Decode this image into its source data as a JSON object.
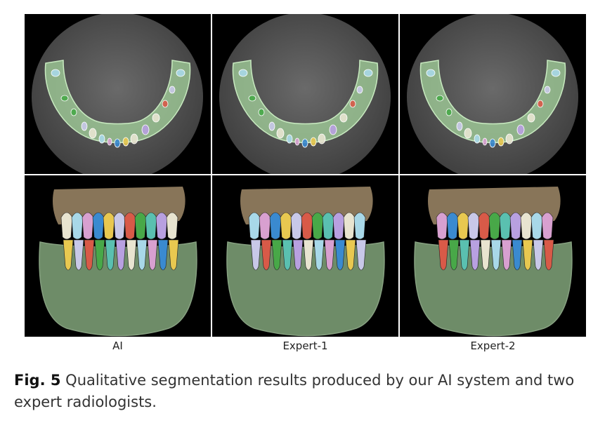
{
  "columns": [
    {
      "label": "AI"
    },
    {
      "label": "Expert-1"
    },
    {
      "label": "Expert-2"
    }
  ],
  "caption": {
    "figure_label": "Fig. 5",
    "text": "Qualitative segmentation results produced by our AI system and two expert radiologists."
  },
  "colors": {
    "background_panel": "#000000",
    "ct_gray": "#5a5a5a",
    "bone_overlay": "#a8d8a0",
    "gum_green": "#6e8c68",
    "gum_brown": "#a08a68",
    "tooth_palette": [
      "#e8e4d0",
      "#a8d8e8",
      "#d8a0d0",
      "#3a8ad0",
      "#e8c850",
      "#c8c8e8",
      "#d85a48",
      "#48a848",
      "#5ac0b0",
      "#b8a0e0"
    ]
  }
}
